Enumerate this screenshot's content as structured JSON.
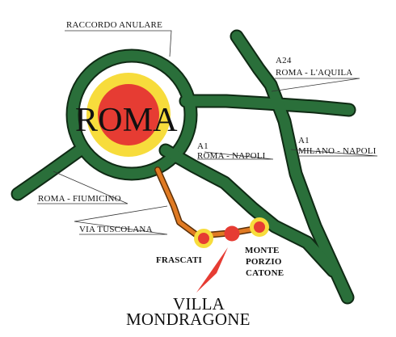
{
  "map": {
    "center_city": "ROMA",
    "ring_road": "RACCORDO ANULARE",
    "roads": {
      "a24_code": "A24",
      "a24_route": "ROMA - L'AQUILA",
      "a1_south_code": "A1",
      "a1_south_route": "ROMA - NAPOLI",
      "a1_north_code": "A1",
      "a1_north_route": "MILANO - NAPOLI",
      "fiumicino": "ROMA - FIUMICINO",
      "tuscolana": "VIA TUSCOLANA"
    },
    "towns": {
      "frascati": "FRASCATI",
      "monte_porzio_line1": "MONTE",
      "monte_porzio_line2": "PORZIO",
      "monte_porzio_line3": "CATONE"
    },
    "destination": {
      "line1": "VILLA",
      "line2": "MONDRAGONE"
    },
    "colors": {
      "road_green": "#2a6f3a",
      "road_outline": "#0f2a14",
      "tuscolana_orange": "#e07a22",
      "marker_red": "#e63c33",
      "halo_yellow": "#f7dc3c",
      "label_line": "#333333"
    }
  }
}
